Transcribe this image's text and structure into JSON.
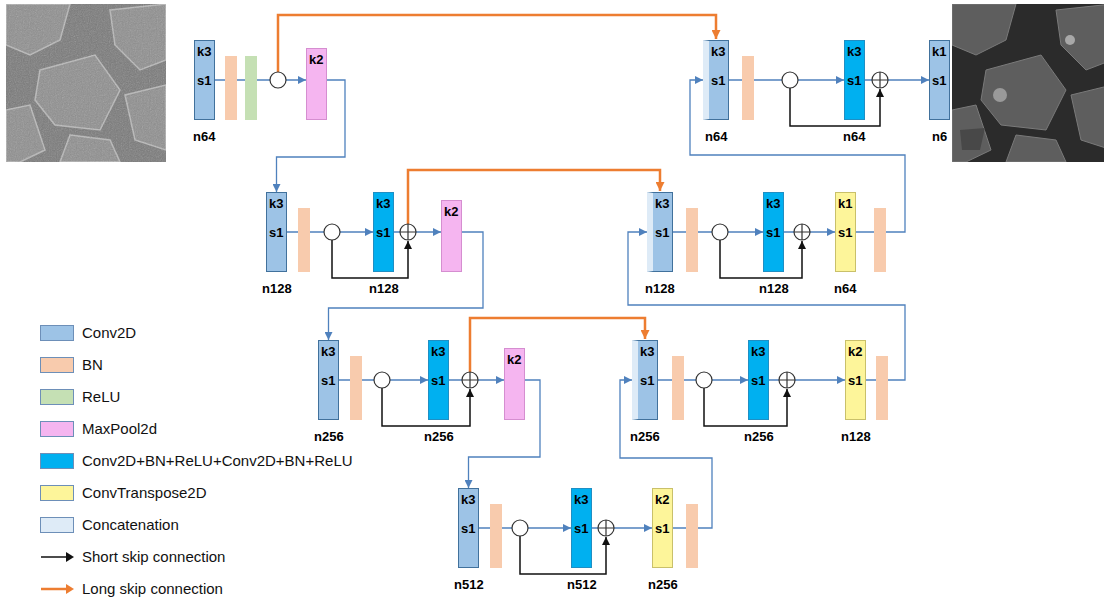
{
  "diagram": {
    "nodes": [
      {
        "text": [
          "k3",
          "s1",
          "n64"
        ]
      },
      {
        "text": [
          "k2"
        ]
      },
      {
        "text": [
          "k3",
          "s1",
          "n64"
        ]
      },
      {
        "text": [
          "k3",
          "s1",
          "n64"
        ]
      },
      {
        "text": [
          "k1",
          "s1",
          "n6"
        ]
      },
      {
        "text": [
          "k3",
          "s1",
          "n128"
        ]
      },
      {
        "text": [
          "k3",
          "s1",
          "n128"
        ]
      },
      {
        "text": [
          "k2"
        ]
      },
      {
        "text": [
          "k3",
          "s1",
          "n128"
        ]
      },
      {
        "text": [
          "k3",
          "s1",
          "n128"
        ]
      },
      {
        "text": [
          "k1",
          "s1",
          "n64"
        ]
      },
      {
        "text": [
          "k3",
          "s1",
          "n256"
        ]
      },
      {
        "text": [
          "k3",
          "s1",
          "n256"
        ]
      },
      {
        "text": [
          "k2"
        ]
      },
      {
        "text": [
          "k3",
          "s1",
          "n256"
        ]
      },
      {
        "text": [
          "k3",
          "s1",
          "n256"
        ]
      },
      {
        "text": [
          "k2",
          "s1",
          "n128"
        ]
      },
      {
        "text": [
          "k3",
          "s1",
          "n512"
        ]
      },
      {
        "text": [
          "k3",
          "s1",
          "n512"
        ]
      },
      {
        "text": [
          "k2",
          "s1",
          "n256"
        ]
      }
    ],
    "edges": [
      {
        "from": 0,
        "to": 1,
        "arrow": "to"
      },
      {
        "from": 1,
        "to": 5,
        "arrow": "to"
      },
      {
        "from": 5,
        "to": 6,
        "arrow": "to"
      },
      {
        "from": 6,
        "to": 7,
        "arrow": "to"
      },
      {
        "from": 7,
        "to": 11,
        "arrow": "to"
      },
      {
        "from": 11,
        "to": 12,
        "arrow": "to"
      },
      {
        "from": 12,
        "to": 13,
        "arrow": "to"
      },
      {
        "from": 13,
        "to": 17,
        "arrow": "to"
      },
      {
        "from": 17,
        "to": 18,
        "arrow": "to"
      },
      {
        "from": 18,
        "to": 19,
        "arrow": "to"
      },
      {
        "from": 19,
        "to": 14,
        "arrow": "to"
      },
      {
        "from": 14,
        "to": 15,
        "arrow": "to"
      },
      {
        "from": 15,
        "to": 16,
        "arrow": "to"
      },
      {
        "from": 16,
        "to": 8,
        "arrow": "to"
      },
      {
        "from": 8,
        "to": 9,
        "arrow": "to"
      },
      {
        "from": 9,
        "to": 10,
        "arrow": "to"
      },
      {
        "from": 10,
        "to": 2,
        "arrow": "to"
      },
      {
        "from": 2,
        "to": 3,
        "arrow": "to"
      },
      {
        "from": 3,
        "to": 4,
        "arrow": "to"
      }
    ],
    "legend": [
      {
        "text": "Conv2D",
        "color": "#9dc3e6"
      },
      {
        "text": "BN",
        "color": "#f8cbad"
      },
      {
        "text": "ReLU",
        "color": "#c5e0b4"
      },
      {
        "text": "MaxPool2d",
        "color": "#f5b5f0"
      },
      {
        "text": "Conv2D+BN+ReLU+Conv2D+BN+ReLU",
        "color": "#00b0f0"
      },
      {
        "text": "ConvTranspose2D",
        "color": "#fdf59a"
      },
      {
        "text": "Concatenation",
        "color": "#deebf7"
      },
      {
        "text": "Short skip connection"
      },
      {
        "text": "Long skip connection"
      }
    ]
  }
}
